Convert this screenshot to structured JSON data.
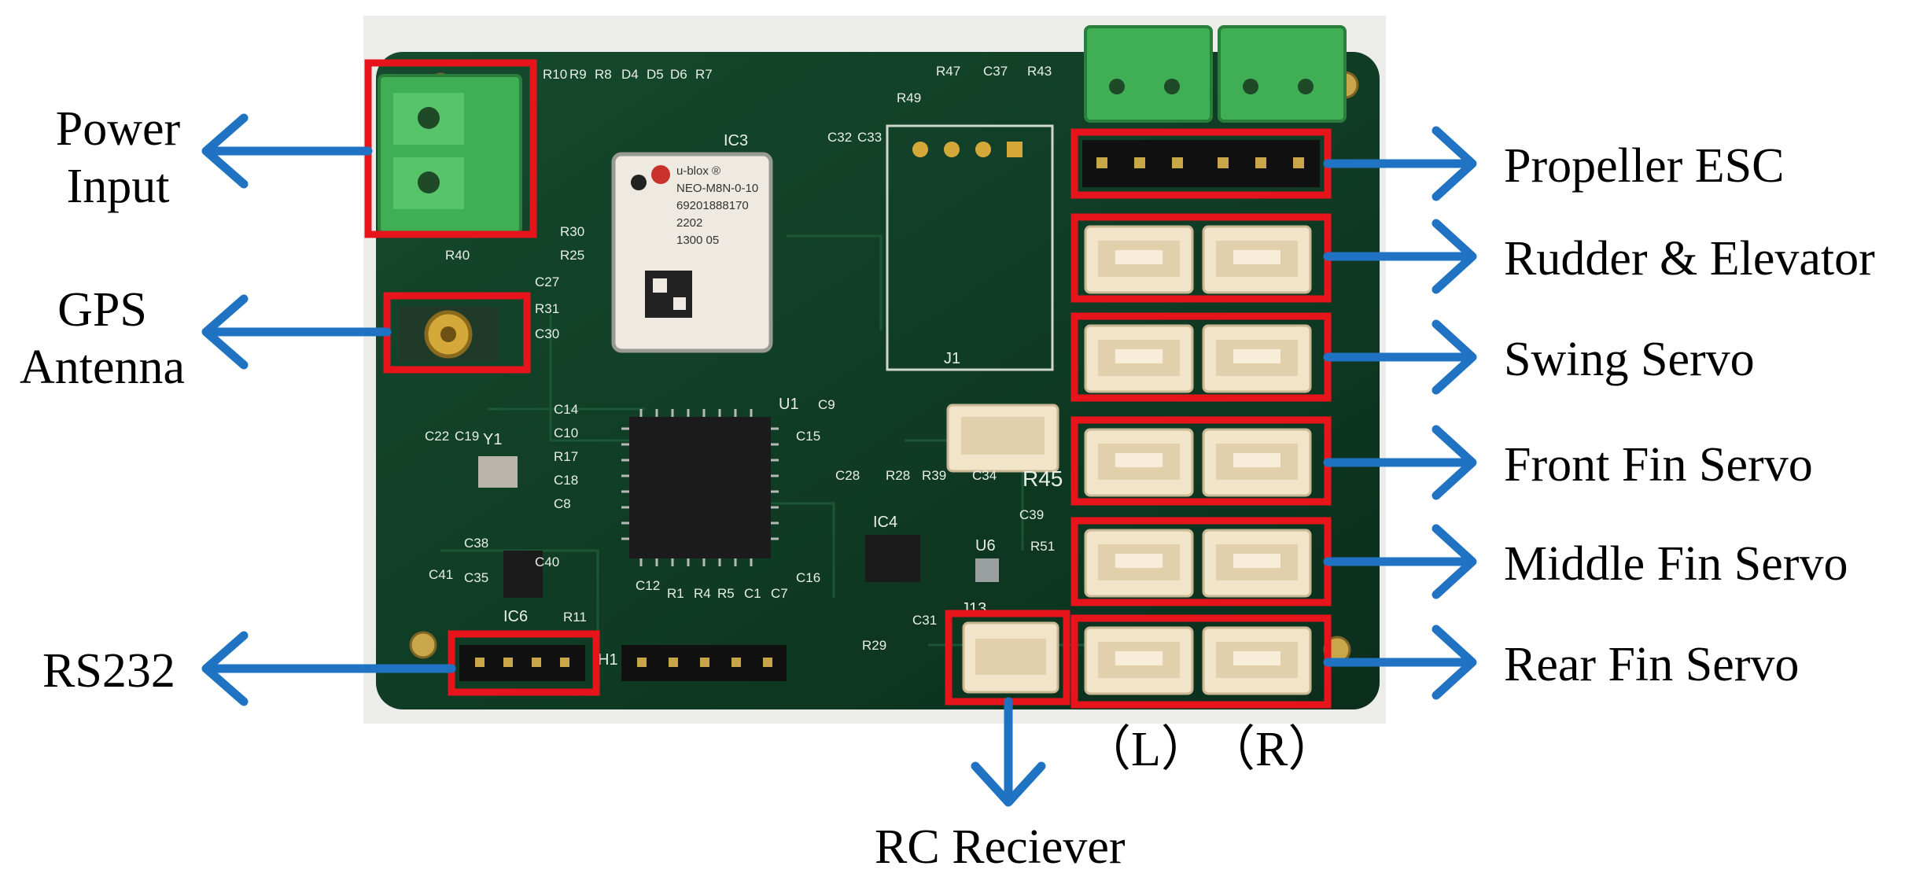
{
  "labels": {
    "power_input": "Power\nInput",
    "gps_antenna": "GPS\nAntenna",
    "rs232": "RS232",
    "propeller_esc": "Propeller ESC",
    "rudder_elevator": "Rudder & Elevator",
    "swing_servo": "Swing Servo",
    "front_fin_servo": "Front Fin Servo",
    "middle_fin_servo": "Middle Fin Servo",
    "rear_fin_servo": "Rear Fin Servo",
    "rc_receiver": "RC Reciever",
    "left_side": "（L）",
    "right_side": "（R）"
  },
  "board_silkscreen": {
    "ic3": "IC3",
    "ic4": "IC4",
    "ic6": "IC6",
    "u1": "U1",
    "u6": "U6",
    "j1": "J1",
    "j13": "J13",
    "h1": "H1",
    "r45": "R45",
    "y1": "Y1",
    "gps_module": [
      "u-blox ®",
      "NEO-M8N-0-10",
      "69201888170",
      "2202",
      "1300 05"
    ],
    "parts_top": [
      "R10",
      "R9",
      "R8",
      "D4",
      "D5",
      "D6",
      "R7",
      "R47",
      "C37",
      "R43",
      "R49",
      "C32",
      "C33"
    ],
    "parts_left": [
      "R30",
      "R40",
      "R25",
      "C27",
      "R31",
      "C30",
      "C14",
      "C10",
      "R17",
      "C18",
      "C8",
      "C22",
      "C19",
      "C38",
      "C35",
      "C41",
      "C40",
      "R11"
    ],
    "parts_mid": [
      "C9",
      "C15",
      "C28",
      "R28",
      "R39",
      "C34",
      "C39",
      "R51",
      "R29",
      "C31",
      "R1",
      "R4",
      "R5",
      "C1",
      "C7",
      "C16",
      "C12"
    ]
  },
  "colors": {
    "arrow": "#1f73c2",
    "highlight_box": "#e8141c",
    "pcb": "#0f3a24",
    "terminal": "#3fae55",
    "jst_connector": "#f2e4c8"
  }
}
